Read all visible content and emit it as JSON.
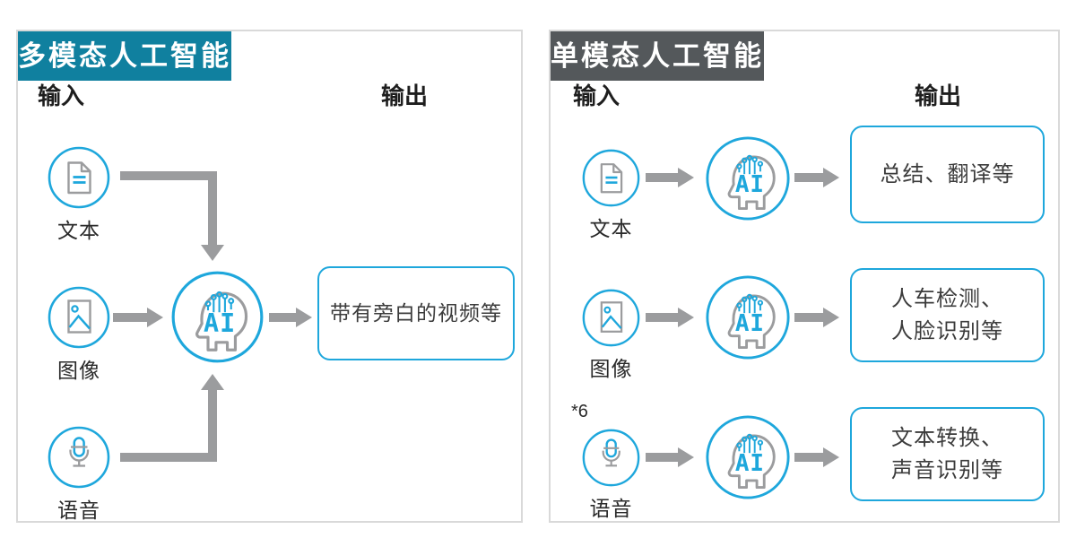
{
  "left_panel": {
    "title": "多模态人工智能",
    "input_label": "输入",
    "output_label": "输出",
    "inputs": [
      {
        "label": "文本",
        "icon": "document-icon"
      },
      {
        "label": "图像",
        "icon": "image-icon"
      },
      {
        "label": "语音",
        "icon": "microphone-icon"
      }
    ],
    "ai_label": "AI",
    "output_box": {
      "line1": "带有旁白的视频等"
    }
  },
  "right_panel": {
    "title": "单模态人工智能",
    "input_label": "输入",
    "output_label": "输出",
    "footnote": "*6",
    "ai_label": "AI",
    "rows": [
      {
        "input_label": "文本",
        "icon": "document-icon",
        "output_line1": "总结、翻译等",
        "output_line2": ""
      },
      {
        "input_label": "图像",
        "icon": "image-icon",
        "output_line1": "人车检测、",
        "output_line2": "人脸识别等"
      },
      {
        "input_label": "语音",
        "icon": "microphone-icon",
        "output_line1": "文本转换、",
        "output_line2": "声音识别等"
      }
    ]
  },
  "colors": {
    "accent_cyan": "#1ea7dc",
    "icon_arrow_gray": "#9b9c9e",
    "left_header_bg": "#10809f",
    "right_header_bg": "#54585b",
    "panel_border": "#d9d9d9",
    "text_dark": "#1e1e1e"
  }
}
